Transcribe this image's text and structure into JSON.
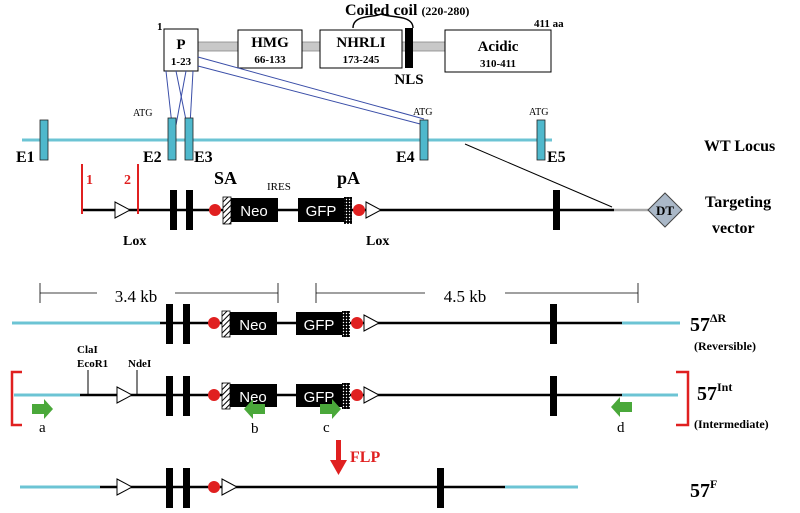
{
  "protein": {
    "start_label": "1",
    "end_label": "411 aa",
    "coiled_coil_label": "Coiled coil",
    "coiled_coil_range": "(220-280)",
    "nls_label": "NLS",
    "domains": [
      {
        "name": "P",
        "range": "1-23"
      },
      {
        "name": "HMG",
        "range": "66-133"
      },
      {
        "name": "NHRLI",
        "range": "173-245"
      },
      {
        "name": "Acidic",
        "range": "310-411"
      }
    ]
  },
  "wt_locus": {
    "label": "WT Locus",
    "exons": [
      "E1",
      "E2",
      "E3",
      "E4",
      "E5"
    ],
    "atg_label": "ATG"
  },
  "targeting_vector": {
    "label_line1": "Targeting",
    "label_line2": "vector",
    "marker1": "1",
    "marker2": "2",
    "sa": "SA",
    "ires": "IRES",
    "pa": "pA",
    "neo": "Neo",
    "gfp": "GFP",
    "lox": "Lox",
    "dt": "DT"
  },
  "scale": {
    "left": "3.4 kb",
    "right": "4.5 kb"
  },
  "alleles": {
    "reversible": {
      "name": "57",
      "sup": "ΔR",
      "desc": "(Reversible)"
    },
    "intermediate": {
      "name": "57",
      "sup": "Int",
      "desc": "(Intermediate)"
    },
    "floxed": {
      "name": "57",
      "sup": "F"
    }
  },
  "restriction_sites": [
    "ClaI",
    "EcoR1",
    "NdeI"
  ],
  "primers": [
    "a",
    "b",
    "c",
    "d"
  ],
  "flp_label": "FLP",
  "colors": {
    "exon": "#4fb8cc",
    "locus_line": "#6cc4d4",
    "red": "#e02020",
    "green": "#4aa83a",
    "domain_link": "#3a4ea8"
  }
}
